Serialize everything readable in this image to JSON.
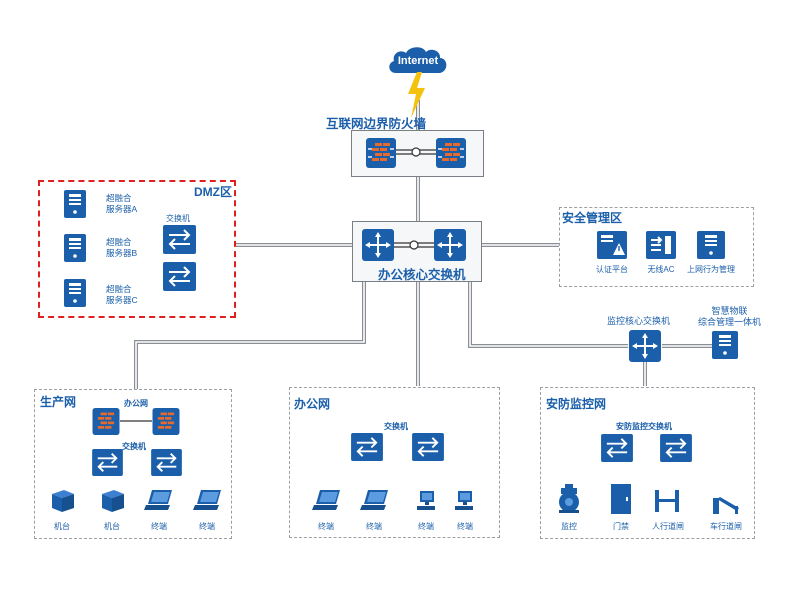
{
  "internet": "Internet",
  "firewall": "互联网边界防火墙",
  "core": "办公核心交换机",
  "dmz": {
    "title": "DMZ区",
    "switch_label": "交换机",
    "servers": [
      "超融合\n服务器A",
      "超融合\n服务器B",
      "超融合\n服务器C"
    ]
  },
  "security": {
    "title": "安全管理区",
    "items": [
      "认证平台",
      "无线AC",
      "上网行为管理"
    ]
  },
  "monitor_core": "监控核心交换机",
  "iot": "智慧物联\n综合管理一体机",
  "prod": {
    "title": "生产网",
    "fw_label": "办公网",
    "sw_label": "交换机",
    "items": [
      "机台",
      "机台",
      "终端",
      "终端"
    ]
  },
  "office": {
    "title": "办公网",
    "sw_label": "交换机",
    "items": [
      "终端",
      "终端",
      "终端",
      "终端"
    ]
  },
  "secmon": {
    "title": "安防监控网",
    "sw_label": "安防监控交换机",
    "items": [
      "监控",
      "门禁",
      "人行道闸",
      "车行道闸"
    ]
  },
  "colors": {
    "primary": "#1b5faa",
    "firewall": "#e46a2e",
    "dmz_border": "#e02020"
  }
}
